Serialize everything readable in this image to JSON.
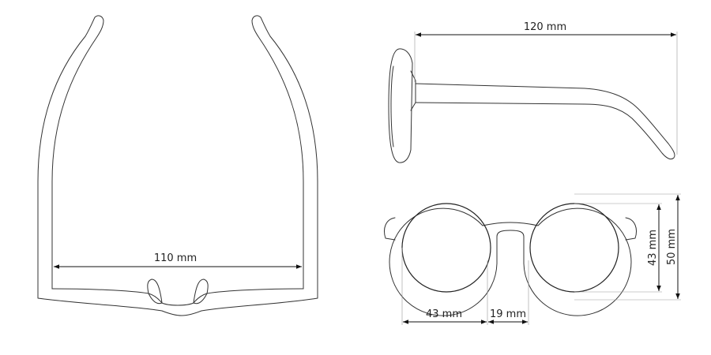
{
  "diagram": {
    "dimensions": {
      "inner_width": "110 mm",
      "temple_length": "120 mm",
      "lens_width": "43 mm",
      "bridge_width": "19 mm",
      "lens_height": "43 mm",
      "frame_height": "50 mm"
    },
    "colors": {
      "stroke": "#333333",
      "dimension_line": "#111111",
      "guide": "#999999",
      "background": "#ffffff"
    }
  }
}
